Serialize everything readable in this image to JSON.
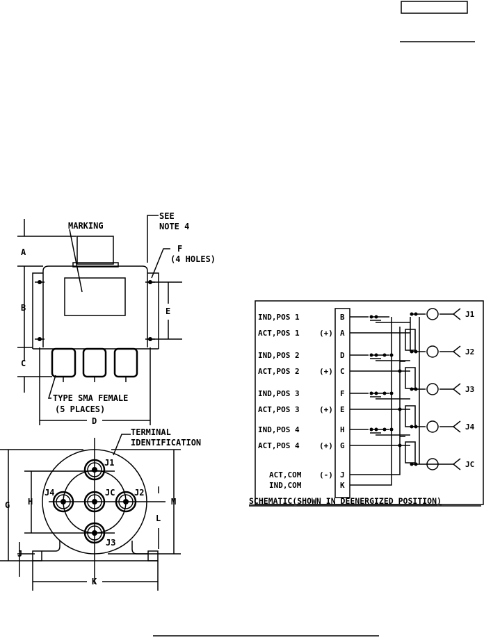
{
  "top_view": {
    "marking": "MARKING",
    "see_note": "SEE",
    "note_4": "NOTE 4",
    "f_label": "F",
    "holes": "(4 HOLES)",
    "connector_type": "TYPE SMA FEMALE",
    "places": "(5 PLACES)",
    "dims": {
      "a": "A",
      "b": "B",
      "c": "C",
      "d": "D",
      "e": "E"
    }
  },
  "end_view": {
    "terminal": "TERMINAL",
    "identification": "IDENTIFICATION",
    "ports": {
      "j1": "J1",
      "j2": "J2",
      "j3": "J3",
      "j4": "J4",
      "jc": "JC"
    },
    "dims": {
      "g": "G",
      "h": "H",
      "m": "M",
      "l": "L",
      "j": "J",
      "k": "K"
    }
  },
  "schematic": {
    "rows": [
      {
        "label": "IND,POS 1",
        "sign": "",
        "pin": "B"
      },
      {
        "label": "ACT,POS 1",
        "sign": "(+)",
        "pin": "A"
      },
      {
        "label": "IND,POS 2",
        "sign": "",
        "pin": "D"
      },
      {
        "label": "ACT,POS 2",
        "sign": "(+)",
        "pin": "C"
      },
      {
        "label": "IND,POS 3",
        "sign": "",
        "pin": "F"
      },
      {
        "label": "ACT,POS 3",
        "sign": "(+)",
        "pin": "E"
      },
      {
        "label": "IND,POS 4",
        "sign": "",
        "pin": "H"
      },
      {
        "label": "ACT,POS 4",
        "sign": "(+)",
        "pin": "G"
      },
      {
        "label": "ACT,COM",
        "sign": "(-)",
        "pin": "J"
      },
      {
        "label": "IND,COM",
        "sign": "",
        "pin": "K"
      }
    ],
    "ports": [
      "J1",
      "J2",
      "J3",
      "J4",
      "JC"
    ],
    "caption": "SCHEMATIC(SHOWN IN DEENERGIZED POSITION)"
  }
}
